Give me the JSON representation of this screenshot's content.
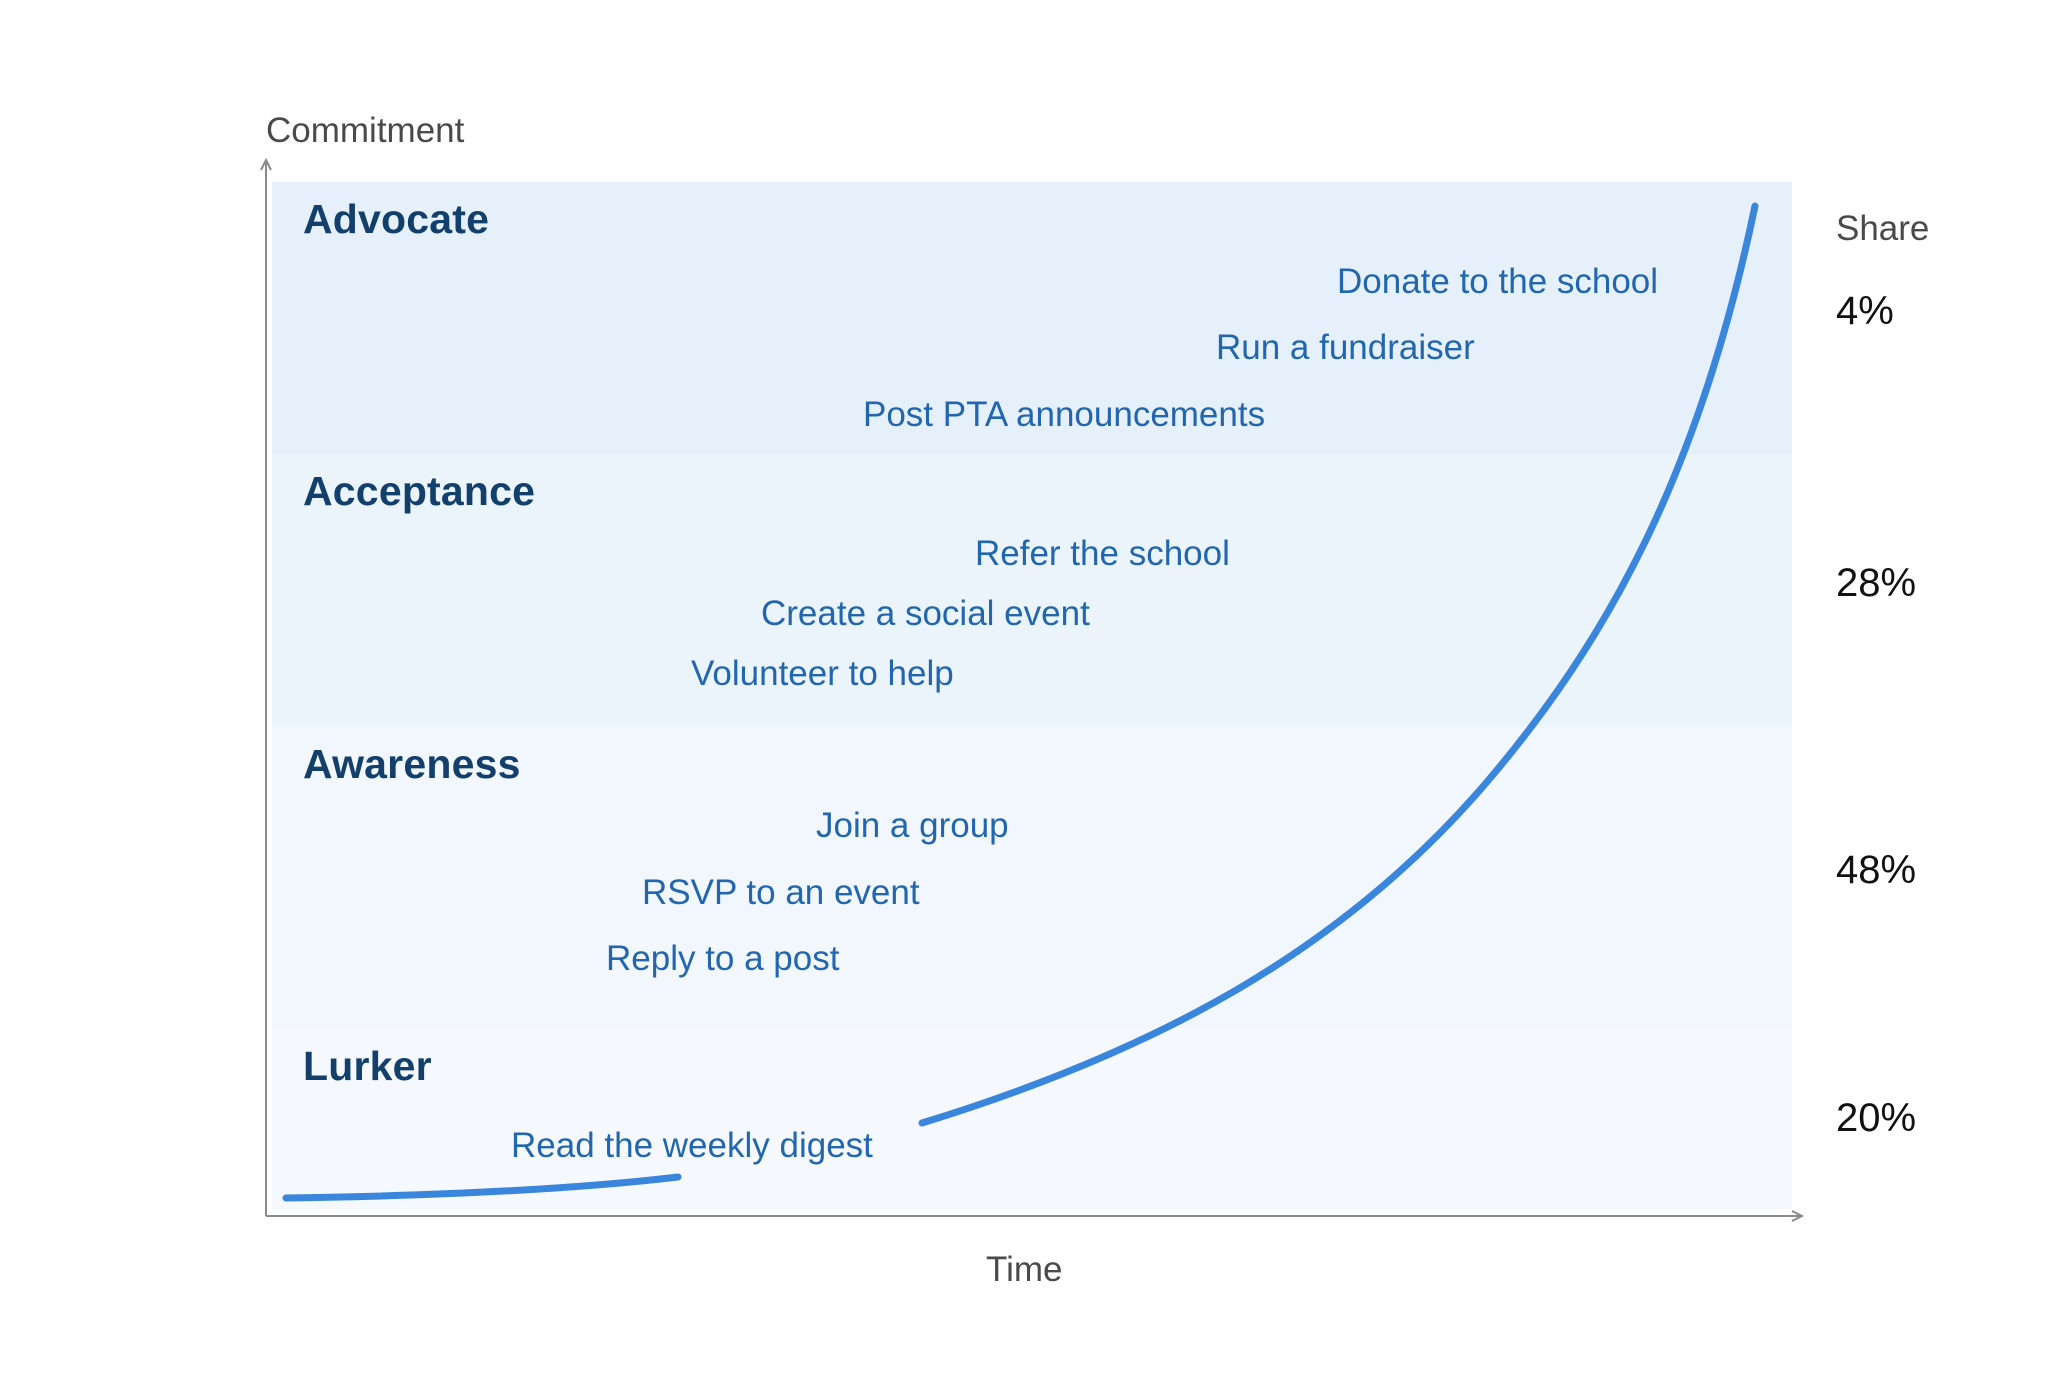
{
  "axes": {
    "y_label": "Commitment",
    "x_label": "Time",
    "share_header": "Share"
  },
  "stages": [
    {
      "name": "Advocate",
      "share": "4%",
      "actions": [
        "Donate to the school",
        "Run a fundraiser",
        "Post PTA announcements"
      ]
    },
    {
      "name": "Acceptance",
      "share": "28%",
      "actions": [
        "Refer the school",
        "Create a social event",
        "Volunteer to help"
      ]
    },
    {
      "name": "Awareness",
      "share": "48%",
      "actions": [
        "Join a group",
        "RSVP to an event",
        "Reply to a post"
      ]
    },
    {
      "name": "Lurker",
      "share": "20%",
      "actions": [
        "Read the weekly digest"
      ]
    }
  ],
  "colors": {
    "curve": "#3a86dc",
    "stage_title": "#123f6b",
    "action_text": "#2166ae",
    "band_advocate": "#e6f0fa",
    "band_acceptance": "#ebf3fb",
    "band_awareness": "#f1f7fc",
    "band_lurker": "#f5f9fd",
    "axis": "#8a8a8a"
  }
}
